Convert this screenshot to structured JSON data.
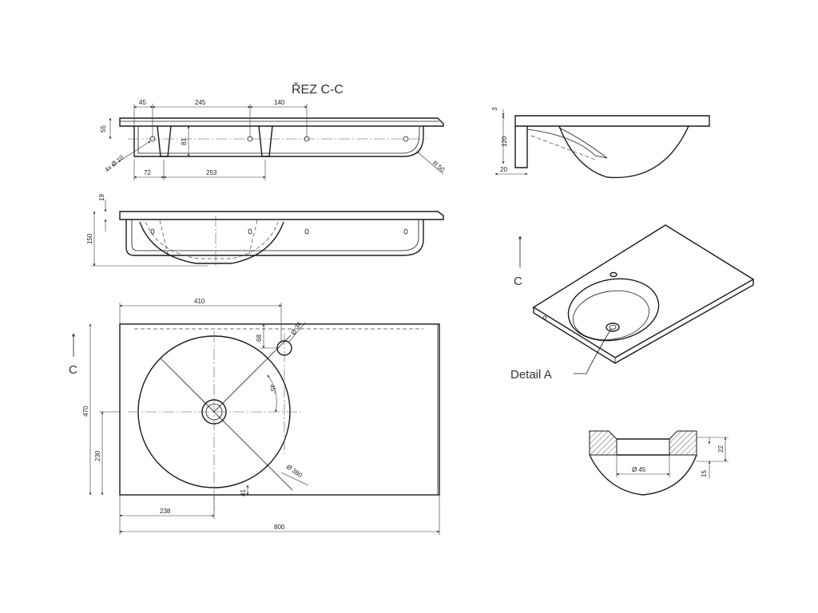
{
  "section_title": "ŘEZ C-C",
  "section_view": {
    "dim_45": "45",
    "dim_245": "245",
    "dim_140": "140",
    "dim_55": "55",
    "dim_81": "81",
    "dim_72": "72",
    "dim_253": "253",
    "holes": "4x Ø 10",
    "radius": "R 50"
  },
  "front_view": {
    "dim_19": "19",
    "dim_150": "150"
  },
  "side_view": {
    "dim_3": "3",
    "dim_120": "120",
    "dim_20": "20"
  },
  "plan_view": {
    "section_mark": "C",
    "dim_410": "410",
    "tap_hole": "Ø 34",
    "dim_68": "68",
    "angle": "45°",
    "dim_470": "470",
    "dim_230": "230",
    "basin_dia": "Ø 380",
    "dim_41": "41",
    "dim_238": "238",
    "dim_800": "800"
  },
  "iso_view": {
    "section_mark": "C",
    "detail_label": "Detail A"
  },
  "detail_view": {
    "drain_dia": "Ø 45",
    "dim_22": "22",
    "dim_15": "15"
  }
}
